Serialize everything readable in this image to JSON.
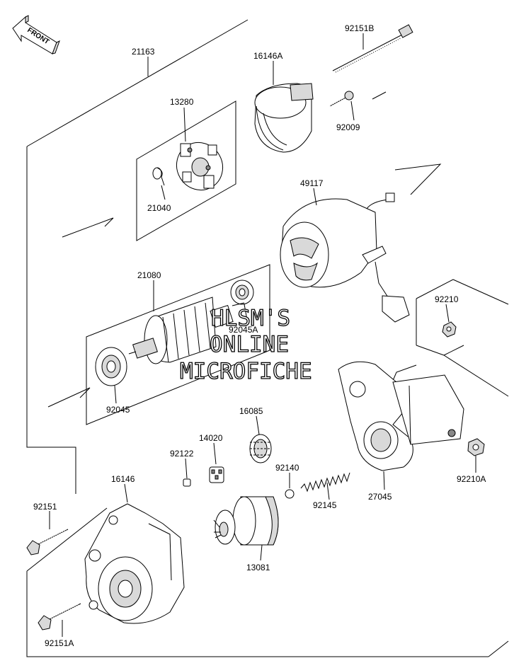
{
  "front_label": "FRONT",
  "watermark": {
    "line1": "HLSM'S",
    "line2": "ONLINE",
    "line3": "MICROFICHE"
  },
  "parts": {
    "p21163": "21163",
    "p92151B": "92151B",
    "p16146A": "16146A",
    "p92009": "92009",
    "p13280": "13280",
    "p21040": "21040",
    "p49117": "49117",
    "p21080": "21080",
    "p92045A": "92045A",
    "p92045": "92045",
    "p92210": "92210",
    "p16085": "16085",
    "p14020": "14020",
    "p92122": "92122",
    "p92140": "92140",
    "p92145": "92145",
    "p27045": "27045",
    "p92210A": "92210A",
    "p16146": "16146",
    "p92151": "92151",
    "p13081": "13081",
    "p92151A": "92151A"
  }
}
